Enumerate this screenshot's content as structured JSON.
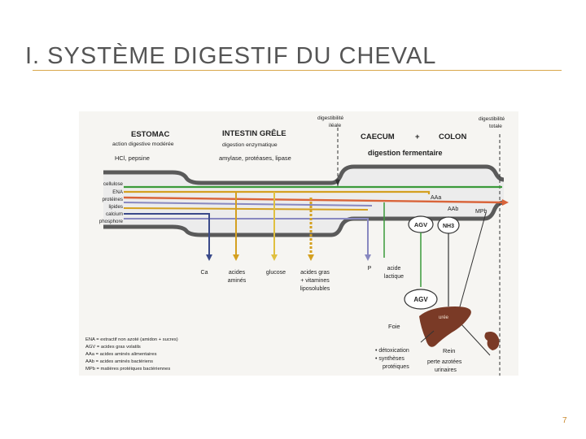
{
  "slide": {
    "title": "I. SYSTÈME DIGESTIF DU CHEVAL",
    "number": "7"
  },
  "colors": {
    "title_rule": "#d9a74a",
    "digestive_tube": "#5a5a5a",
    "tube_fill": "#ececec",
    "cellulose": "#3a9a3a",
    "ena": "#d4a020",
    "proteines": "#d9643a",
    "lipides": "#8888c0",
    "calcium": "#3a4a8a",
    "liver": "#7a3a26"
  },
  "diagram": {
    "sections": {
      "estomac": {
        "title": "ESTOMAC",
        "sub": "action digestive modérée",
        "detail": "HCl, pepsine"
      },
      "intestin": {
        "title": "INTESTIN GRÊLE",
        "sub": "digestion enzymatique",
        "detail": "amylase, protéases, lipase"
      },
      "caecum": "CAECUM",
      "plus": "+",
      "colon": "COLON",
      "fermentation": "digestion fermentaire"
    },
    "markers": {
      "digest_ileale": [
        "digestibilité",
        "iléale"
      ],
      "digest_totale": [
        "digestibilité",
        "totale"
      ]
    },
    "inputs": [
      "cellulose",
      "ENA",
      "protéines",
      "lipides",
      "calcium",
      "phosphore"
    ],
    "flow_labels": {
      "aaa": "AAa",
      "aab": "AAb",
      "mpb": "MPb",
      "agv": "AGV",
      "nh3": "NH3"
    },
    "outputs": {
      "ca": "Ca",
      "acides_amines": [
        "acides",
        "aminés"
      ],
      "glucose": "glucose",
      "acides_gras": [
        "acides gras",
        "+ vitamines",
        "liposolubles"
      ],
      "p": "P",
      "acide_lactique": [
        "acide",
        "lactique"
      ],
      "agv": "AGV"
    },
    "organs": {
      "foie": "Foie",
      "uree": "urée",
      "foie_functions": [
        "• détoxication",
        "• synthèses",
        "protéiques"
      ],
      "rein": "Rein",
      "rein_output": [
        "perte azotées",
        "urinaires"
      ]
    },
    "legend": [
      "ENA = extractif non azoté (amidon + sucres)",
      "AGV = acides gras volatils",
      "AAa = acides aminés alimentaires",
      "AAb = acides aminés bactériens",
      "MPb = matières protéiques bactériennes"
    ]
  }
}
